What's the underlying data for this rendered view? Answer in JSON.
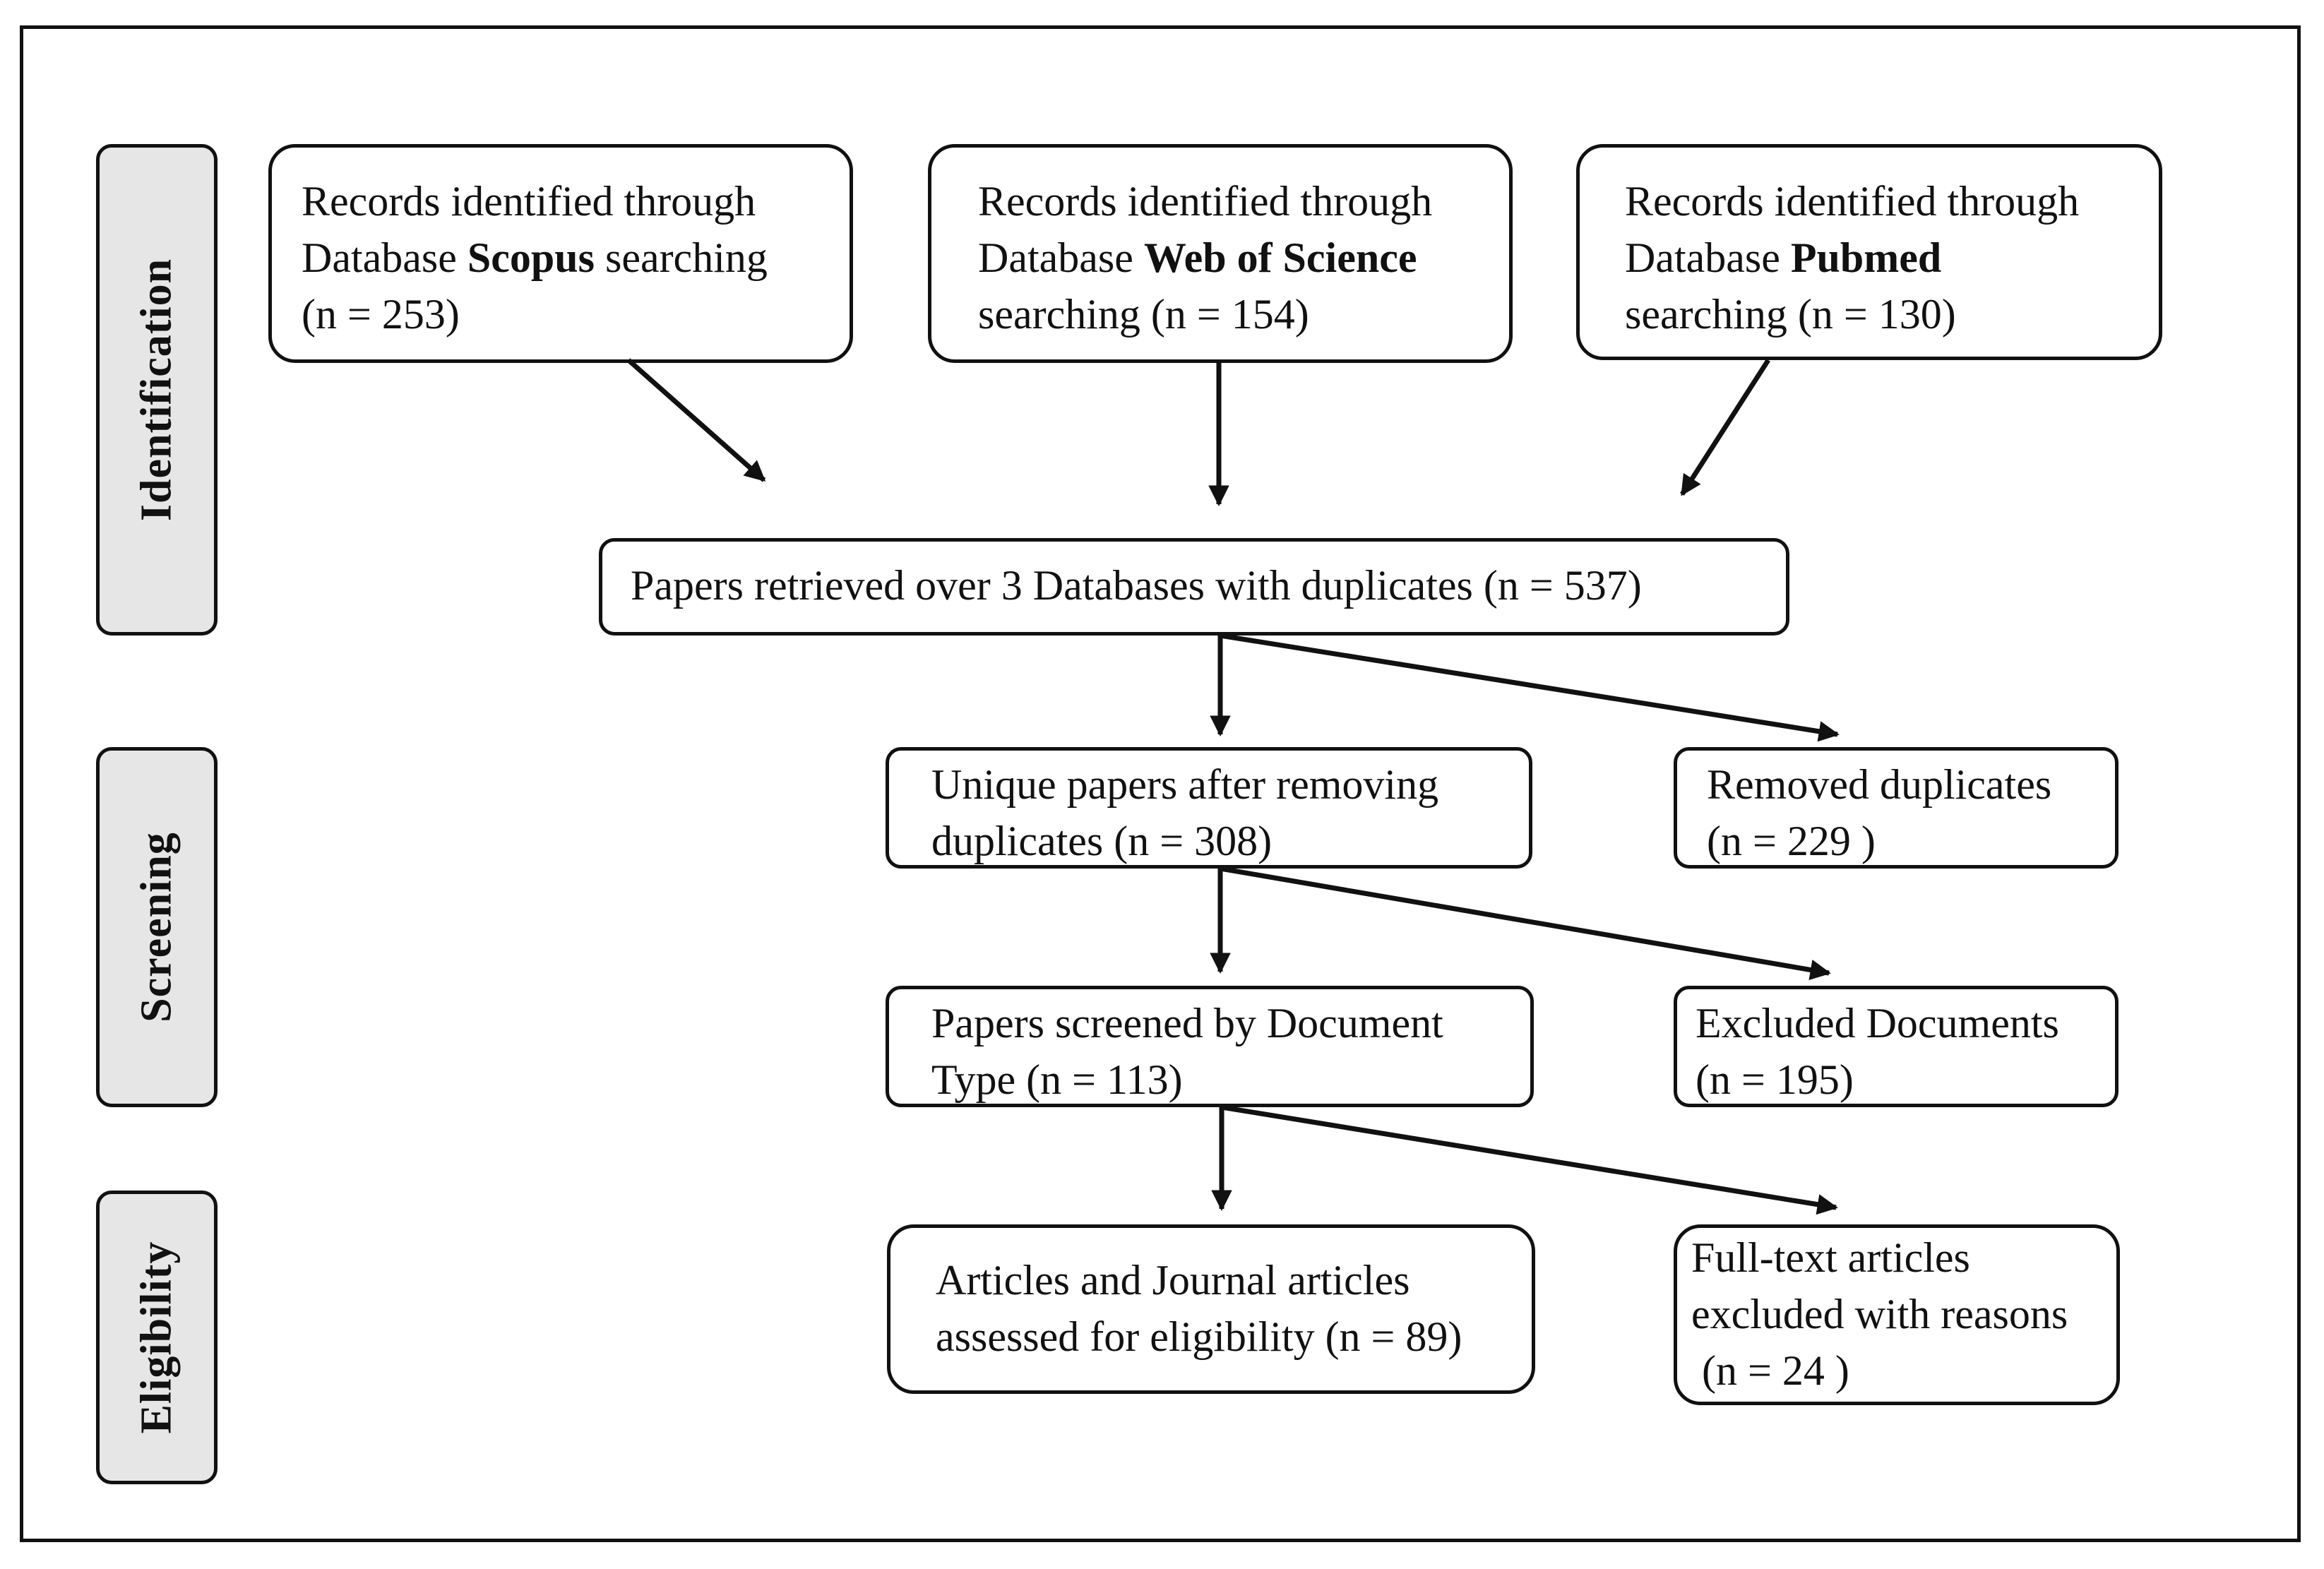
{
  "stages": {
    "identification": "Identification",
    "screening": "Screening",
    "eligibility": "Eligibility"
  },
  "sources": {
    "scopus": {
      "line1": "Records identified through",
      "line2_pre": "Database ",
      "line2_bold": "Scopus",
      "line2_post": " searching",
      "line3": "(n = 253)"
    },
    "wos": {
      "line1": "Records identified through",
      "line2_pre": "Database ",
      "line2_bold": "Web of Science",
      "line3": "searching (n = 154)"
    },
    "pubmed": {
      "line1": "Records identified through",
      "line2_pre": "Database ",
      "line2_bold": "Pubmed",
      "line3": "searching (n = 130)"
    }
  },
  "retrieved": {
    "line1": "Papers retrieved over 3 Databases with duplicates (n = 537)"
  },
  "unique": {
    "line1": "Unique papers after removing",
    "line2": "duplicates (n = 308)"
  },
  "removed": {
    "line1": "Removed duplicates",
    "line2": "(n = 229 )"
  },
  "screened": {
    "line1": "Papers screened by Document",
    "line2": "Type (n = 113)"
  },
  "excluded": {
    "line1": "Excluded Documents",
    "line2": "(n = 195)"
  },
  "assessed": {
    "line1": "Articles and Journal articles",
    "line2": "assessed for eligibility (n = 89)"
  },
  "fulltext": {
    "line1": "Full-text articles",
    "line2": "excluded with reasons",
    "line3": " (n = 24 )"
  }
}
